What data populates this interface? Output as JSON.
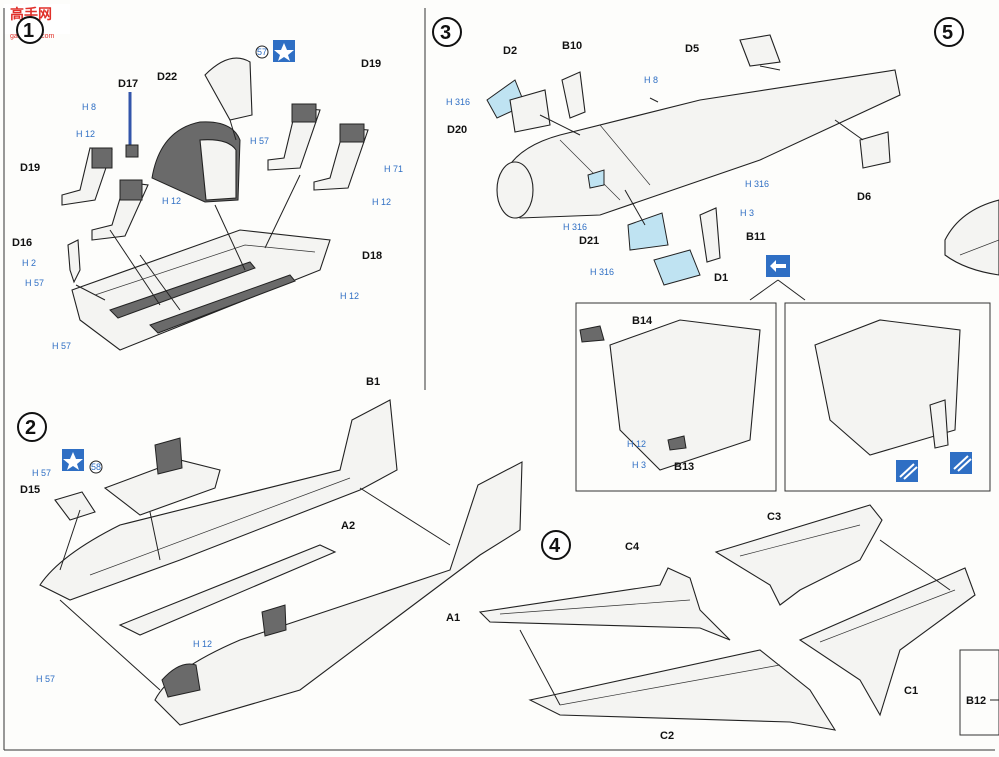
{
  "watermark": {
    "text": "高手网",
    "sub": "gao-shou.com"
  },
  "steps": {
    "s1": "1",
    "s2": "2",
    "s3": "3",
    "s4": "4",
    "s5": "5"
  },
  "decal_numbers": {
    "n57": "57",
    "n58": "58"
  },
  "icons": {
    "star": "star-icon",
    "swap": "swap-arrows-icon",
    "paint": "paint-brush-icon"
  },
  "colors": {
    "accent_blue": "#2f6fc4",
    "clear_part": "#bfe3f2",
    "dark_part": "#6a6a6a",
    "watermark_red": "#e0302a"
  },
  "step1": {
    "labels": {
      "d17": "D17",
      "d22": "D22",
      "d19a": "D19",
      "d19b": "D19",
      "d16": "D16",
      "d18": "D18"
    },
    "paints": {
      "h8": "H 8",
      "h12a": "H 12",
      "h57a": "H 57",
      "h12b": "H 12",
      "h71": "H 71",
      "h12c": "H 12",
      "h2": "H 2",
      "h57b": "H 57",
      "h12d": "H 12",
      "h57c": "H 57"
    }
  },
  "step2": {
    "labels": {
      "b1": "B1",
      "d15": "D15",
      "a2": "A2",
      "a1": "A1"
    },
    "paints": {
      "h57a": "H 57",
      "h57b": "H 57",
      "h12": "H 12"
    }
  },
  "step3": {
    "labels": {
      "d2": "D2",
      "b10": "B10",
      "d5": "D5",
      "d20": "D20",
      "d6": "D6",
      "d21": "D21",
      "b11": "B11",
      "d1": "D1",
      "b14": "B14",
      "b13": "B13"
    },
    "paints": {
      "h316a": "H 316",
      "h316b": "H 316",
      "h316c": "H 316",
      "h316d": "H 316",
      "h8": "H 8",
      "h3a": "H 3",
      "h12": "H 12",
      "h3b": "H 3"
    }
  },
  "step4": {
    "labels": {
      "c4": "C4",
      "c3": "C3",
      "c2": "C2",
      "c1": "C1"
    }
  },
  "step5": {
    "labels": {
      "b12": "B12"
    }
  }
}
